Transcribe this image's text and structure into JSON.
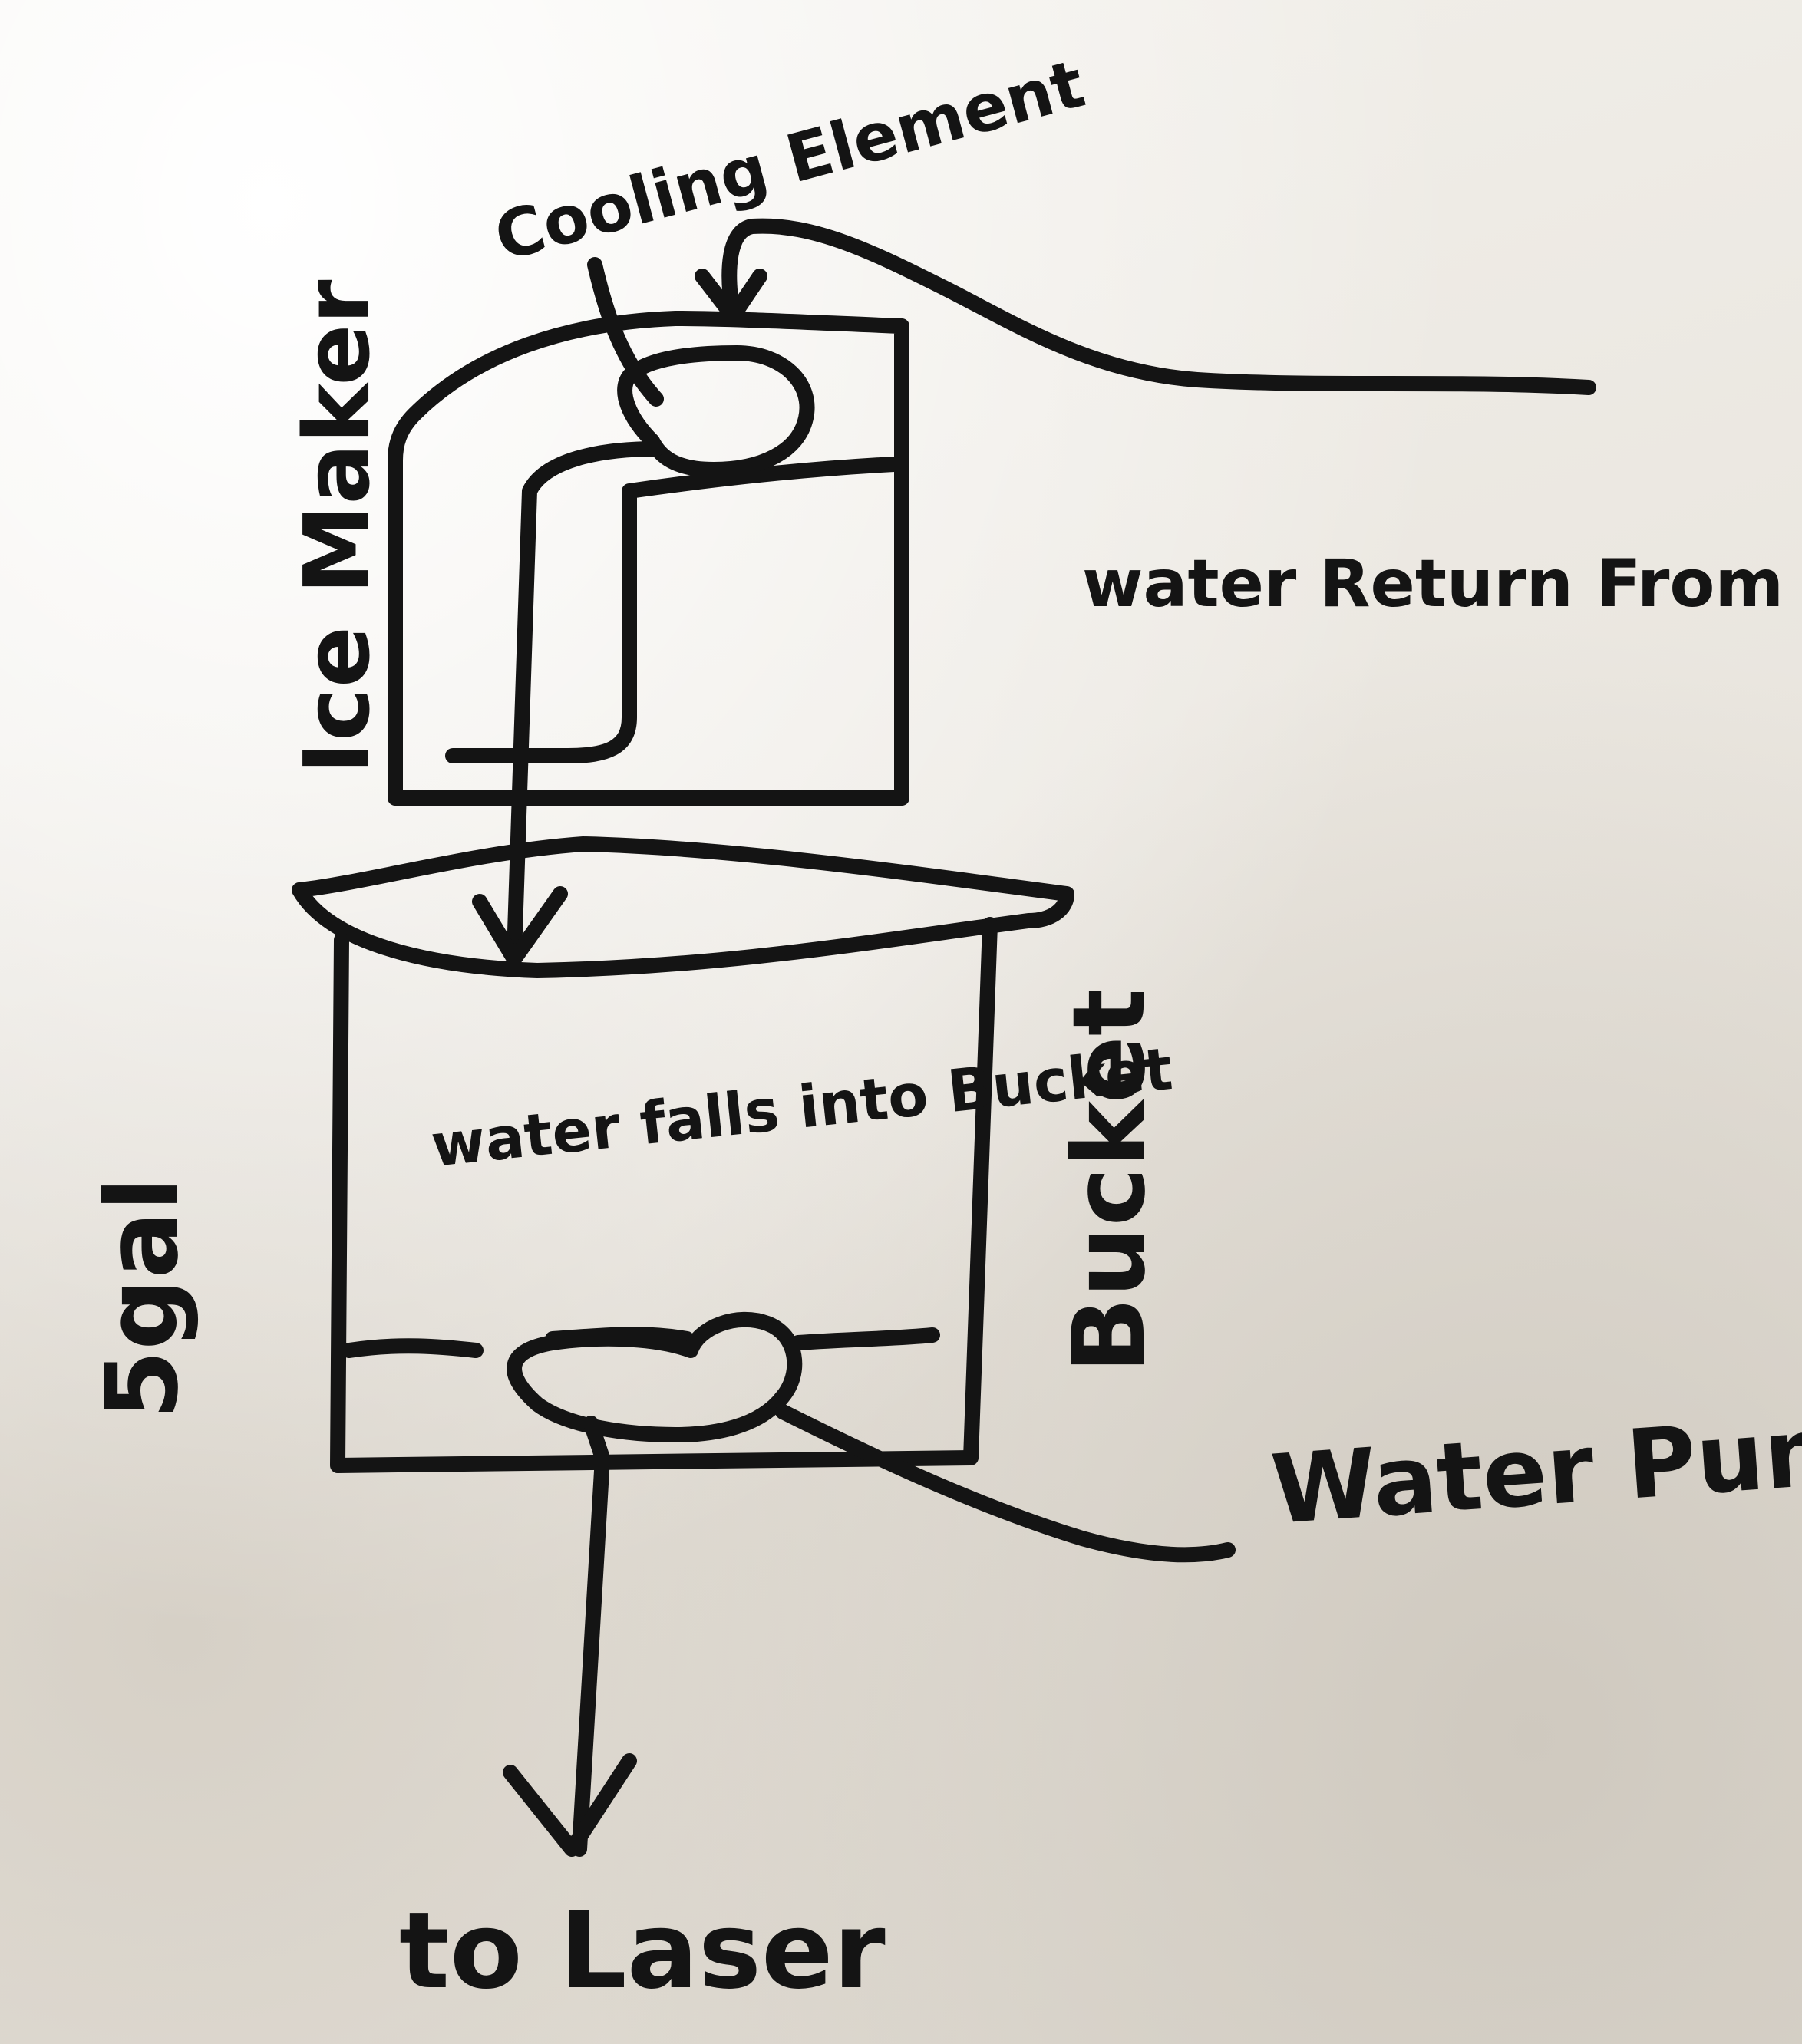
{
  "labels": {
    "ice_maker": "Ice Maker",
    "cooling_element": "Cooling Element",
    "water_return": "water Return From laser",
    "water_falls": "water falls into Bucket",
    "bucket": "Bucket",
    "five_gal": "5gal",
    "water_pump": "Water Pump",
    "to_laser": "to Laser"
  },
  "colors": {
    "ink": "#141414",
    "paper": "#ece9e3"
  }
}
